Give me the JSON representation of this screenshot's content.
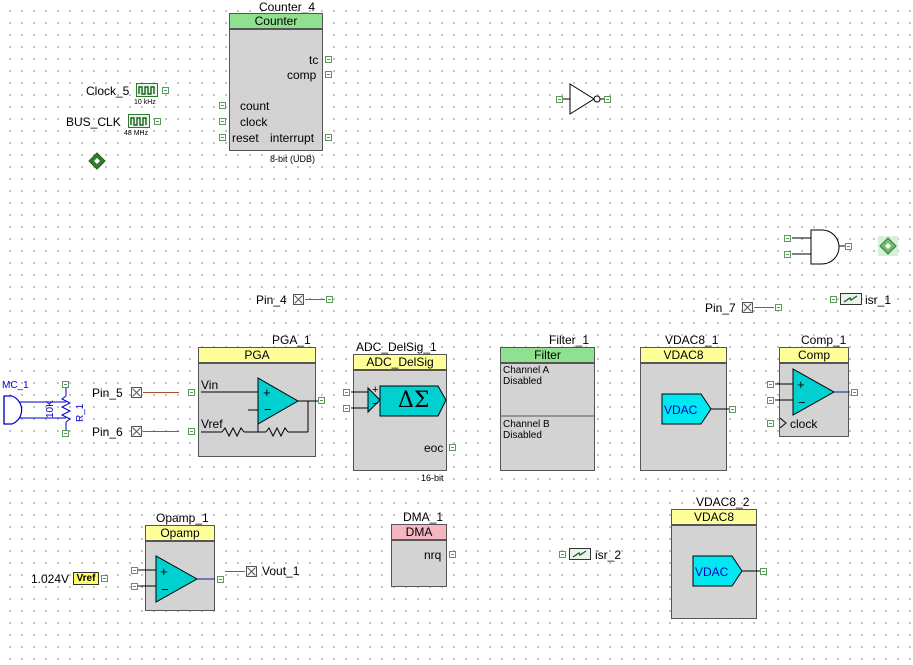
{
  "counter": {
    "name": "Counter_4",
    "type": "Counter",
    "ports_right": [
      "tc",
      "comp",
      "interrupt"
    ],
    "ports_left": [
      "count",
      "clock",
      "reset"
    ],
    "footer": "8-bit (UDB)"
  },
  "clocks": [
    {
      "name": "Clock_5",
      "freq": "10 kHz"
    },
    {
      "name": "BUS_CLK",
      "freq": "48 MHz"
    }
  ],
  "pins": {
    "pin4": "Pin_4",
    "pin5": "Pin_5",
    "pin6": "Pin_6",
    "pin7": "Pin_7",
    "vout1": "Vout_1"
  },
  "isrs": {
    "isr1": "isr_1",
    "isr2": "isr_2"
  },
  "mic": {
    "name": "MC_1"
  },
  "resistor": {
    "name": "R_1",
    "value": "10K"
  },
  "pga": {
    "name": "PGA_1",
    "type": "PGA",
    "vin": "Vin",
    "vref": "Vref"
  },
  "adc": {
    "name": "ADC_DelSig_1",
    "type": "ADC_DelSig",
    "symbol": "ΔΣ",
    "eoc": "eoc",
    "footer": "16-bit"
  },
  "filter": {
    "name": "Filter_1",
    "type": "Filter",
    "channel_a": [
      "Channel A",
      "Disabled"
    ],
    "channel_b": [
      "Channel B",
      "Disabled"
    ]
  },
  "vdac1": {
    "name": "VDAC8_1",
    "type": "VDAC8",
    "symbol": "VDAC"
  },
  "vdac2": {
    "name": "VDAC8_2",
    "type": "VDAC8",
    "symbol": "VDAC"
  },
  "comp": {
    "name": "Comp_1",
    "type": "Comp",
    "clock": "clock"
  },
  "opamp": {
    "name": "Opamp_1",
    "type": "Opamp"
  },
  "dma": {
    "name": "DMA_1",
    "type": "DMA",
    "nrq": "nrq"
  },
  "vref_source": {
    "value": "1.024V",
    "tag": "Vref"
  },
  "colors": {
    "accent": "#00d0d0",
    "header": "#ffff99",
    "filter_header": "#8fe08f",
    "dma_header": "#f4b6c0"
  }
}
